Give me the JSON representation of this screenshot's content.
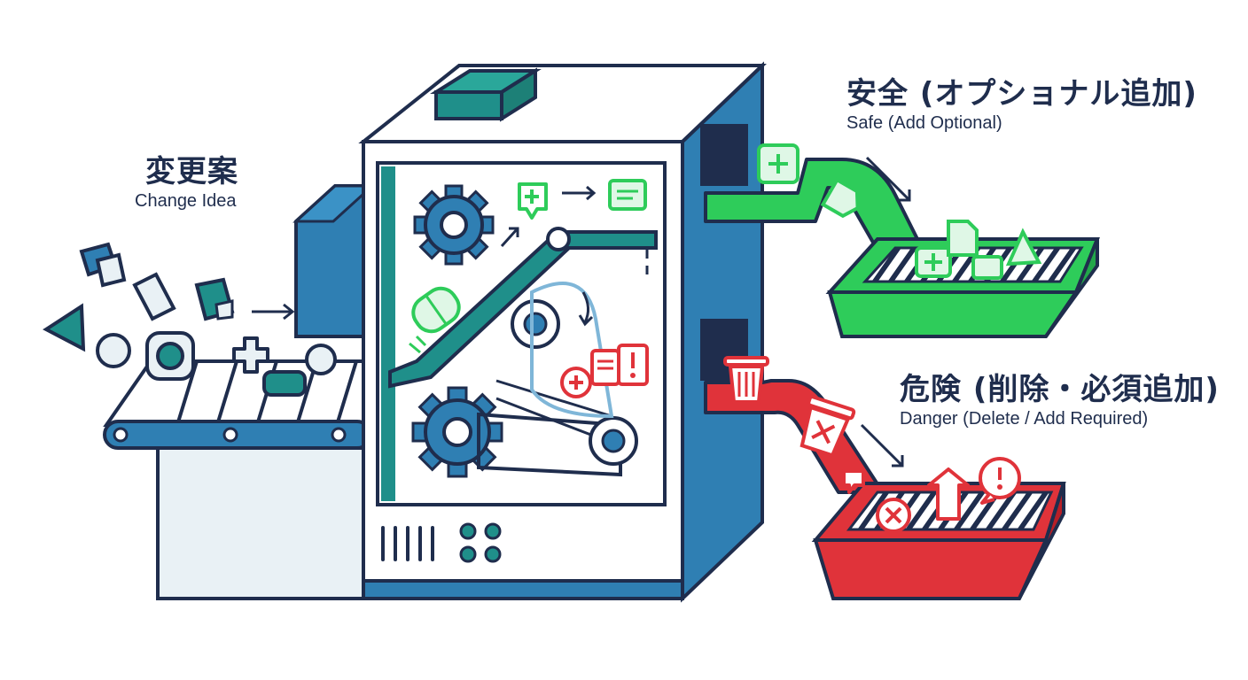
{
  "labels": {
    "change": {
      "ja": "変更案",
      "en": "Change Idea"
    },
    "safe": {
      "ja": "安全 (オプショナル追加)",
      "en": "Safe (Add Optional)"
    },
    "danger": {
      "ja": "危険 (削除・必須追加)",
      "en": "Danger (Delete / Add Required)"
    }
  },
  "colors": {
    "outline": "#1f2d4d",
    "machine_blue": "#2f7fb3",
    "teal": "#1f8f8a",
    "safe_green": "#2ecc5a",
    "danger_red": "#e0333a",
    "panel_fill": "#e9f1f5"
  },
  "icons": {
    "safe_items": [
      "plus-icon",
      "document-icon",
      "triangle-icon"
    ],
    "danger_items": [
      "trash-icon",
      "delete-x-icon",
      "warning-icon",
      "upload-arrow-icon"
    ],
    "input_items": [
      "cube-icon",
      "triangle-icon",
      "circle-icon",
      "plus-icon",
      "document-icon"
    ]
  }
}
